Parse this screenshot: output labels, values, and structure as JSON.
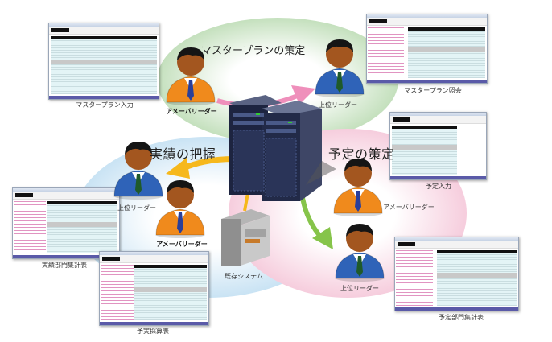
{
  "headings": {
    "master_plan": "マスタープランの策定",
    "actuals": "実績の把握",
    "forecast": "予定の策定"
  },
  "screens": {
    "master_plan_input": "マスタープラン入力",
    "master_plan_view": "マスタープラン照会",
    "forecast_input": "予定入力",
    "actual_dept_summary": "実績部門集計表",
    "forecast_actual_profit": "予実採算表",
    "forecast_dept_summary": "予定部門集計表"
  },
  "roles": {
    "amoeba_leader": "アメーバリーダー",
    "upper_leader": "上位リーダー"
  },
  "legacy_system": "既存システム",
  "colors": {
    "green_zone": "#cfe6c8",
    "blue_zone": "#d6eaf6",
    "pink_zone": "#f8dbe6",
    "pink_arrow": "#ef8fbb",
    "yellow_arrow": "#f6b81c",
    "green_arrow": "#86c44a",
    "orange_suit": "#f08a1c",
    "blue_suit": "#2f63b8"
  }
}
